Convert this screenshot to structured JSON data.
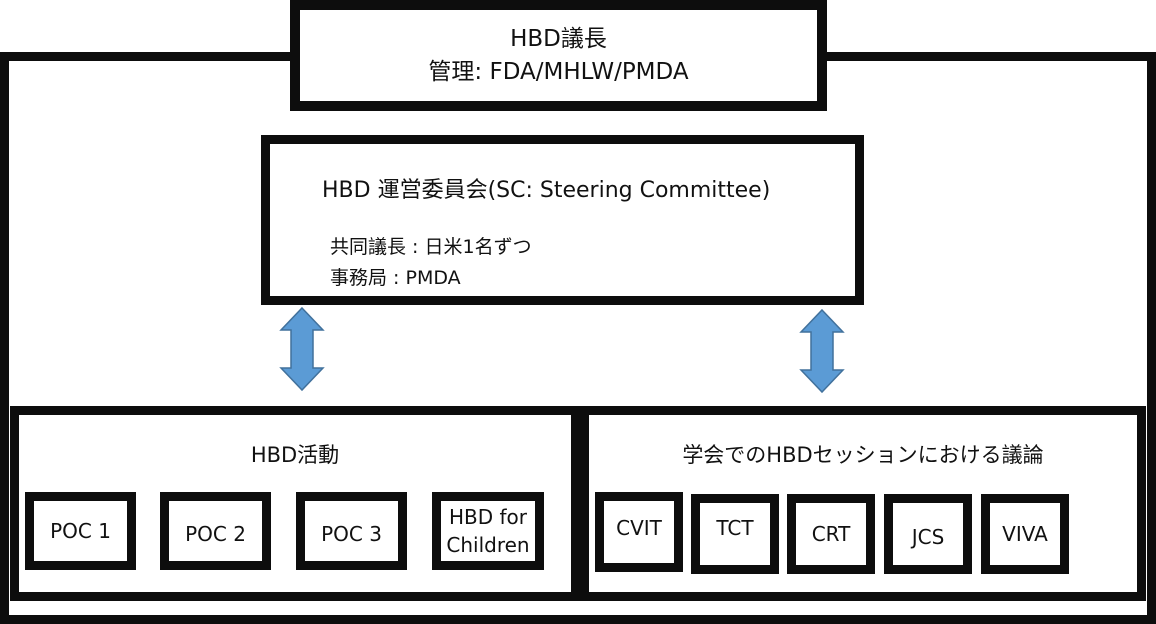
{
  "top_box": {
    "line1": "HBD議長",
    "line2": "管理: FDA/MHLW/PMDA"
  },
  "steering_committee": {
    "title": "HBD 運営委員会(SC: Steering Committee)",
    "co_chairs": "共同議長 : 日米1名ずつ",
    "secretariat": "事務局 : PMDA"
  },
  "arrows": {
    "color": "#5b9bd5",
    "stroke": "#41719c",
    "left": "bidirectional-arrow",
    "right": "bidirectional-arrow"
  },
  "hbd_activities": {
    "title": "HBD活動",
    "items": [
      "POC 1",
      "POC 2",
      "POC 3",
      "HBD for Children"
    ]
  },
  "society_sessions": {
    "title": "学会でのHBDセッションにおける議論",
    "items": [
      "CVIT",
      "TCT",
      "CRT",
      "JCS",
      "VIVA"
    ]
  }
}
